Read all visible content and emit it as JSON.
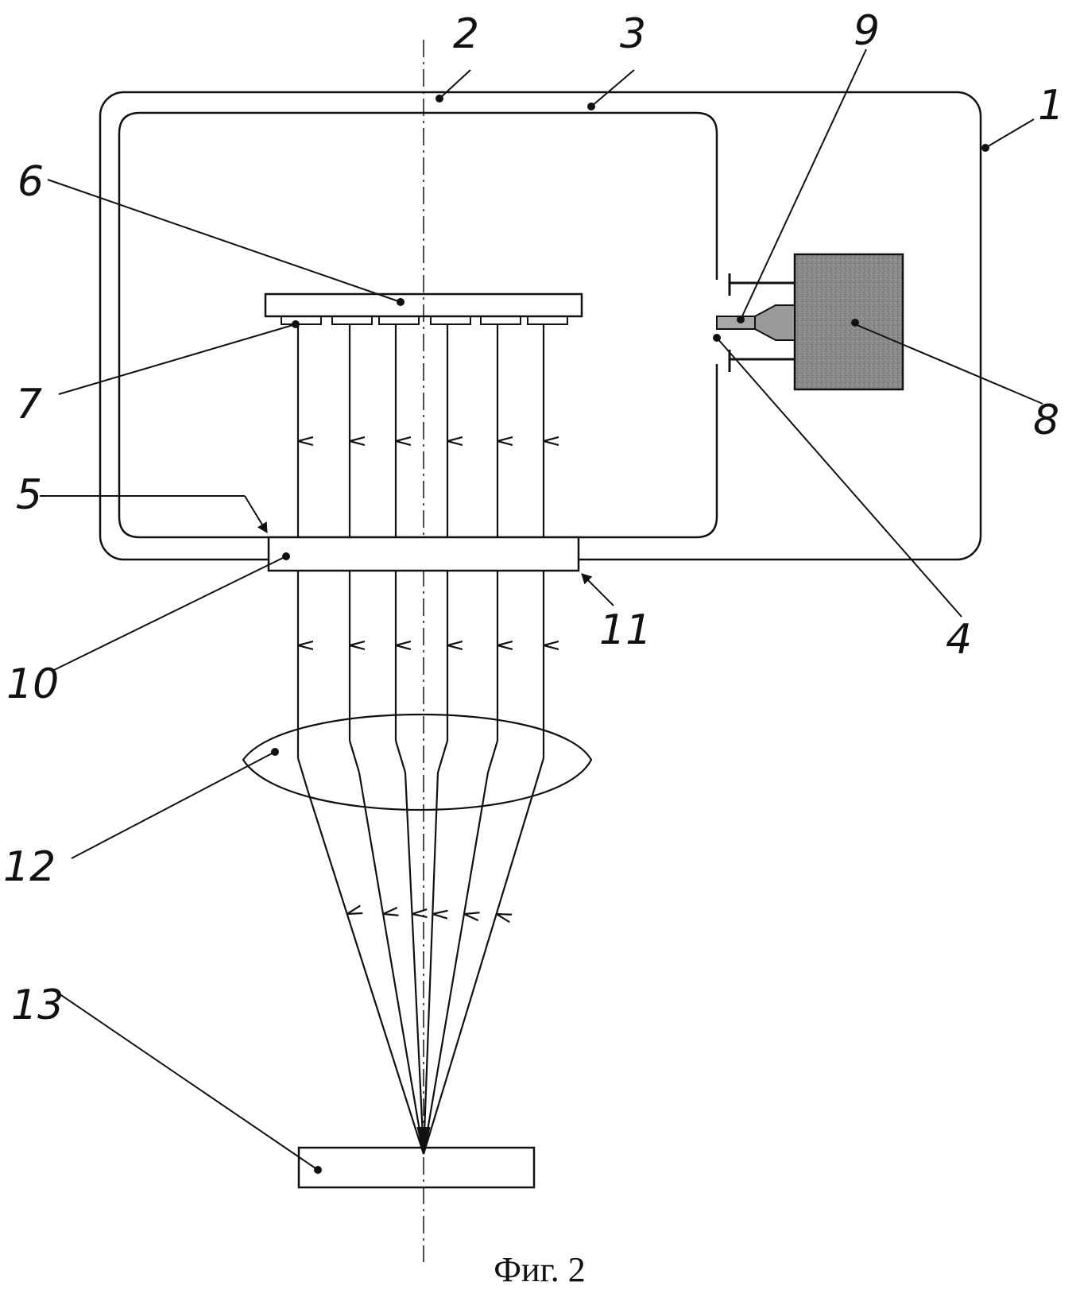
{
  "labels": {
    "l1": "1",
    "l2": "2",
    "l3": "3",
    "l4": "4",
    "l5": "5",
    "l6": "6",
    "l7": "7",
    "l8": "8",
    "l9": "9",
    "l10": "10",
    "l11": "11",
    "l12": "12",
    "l13": "13"
  },
  "caption": "Фиг. 2",
  "colors": {
    "ink": "#111111",
    "block": "#8a8a8a"
  }
}
